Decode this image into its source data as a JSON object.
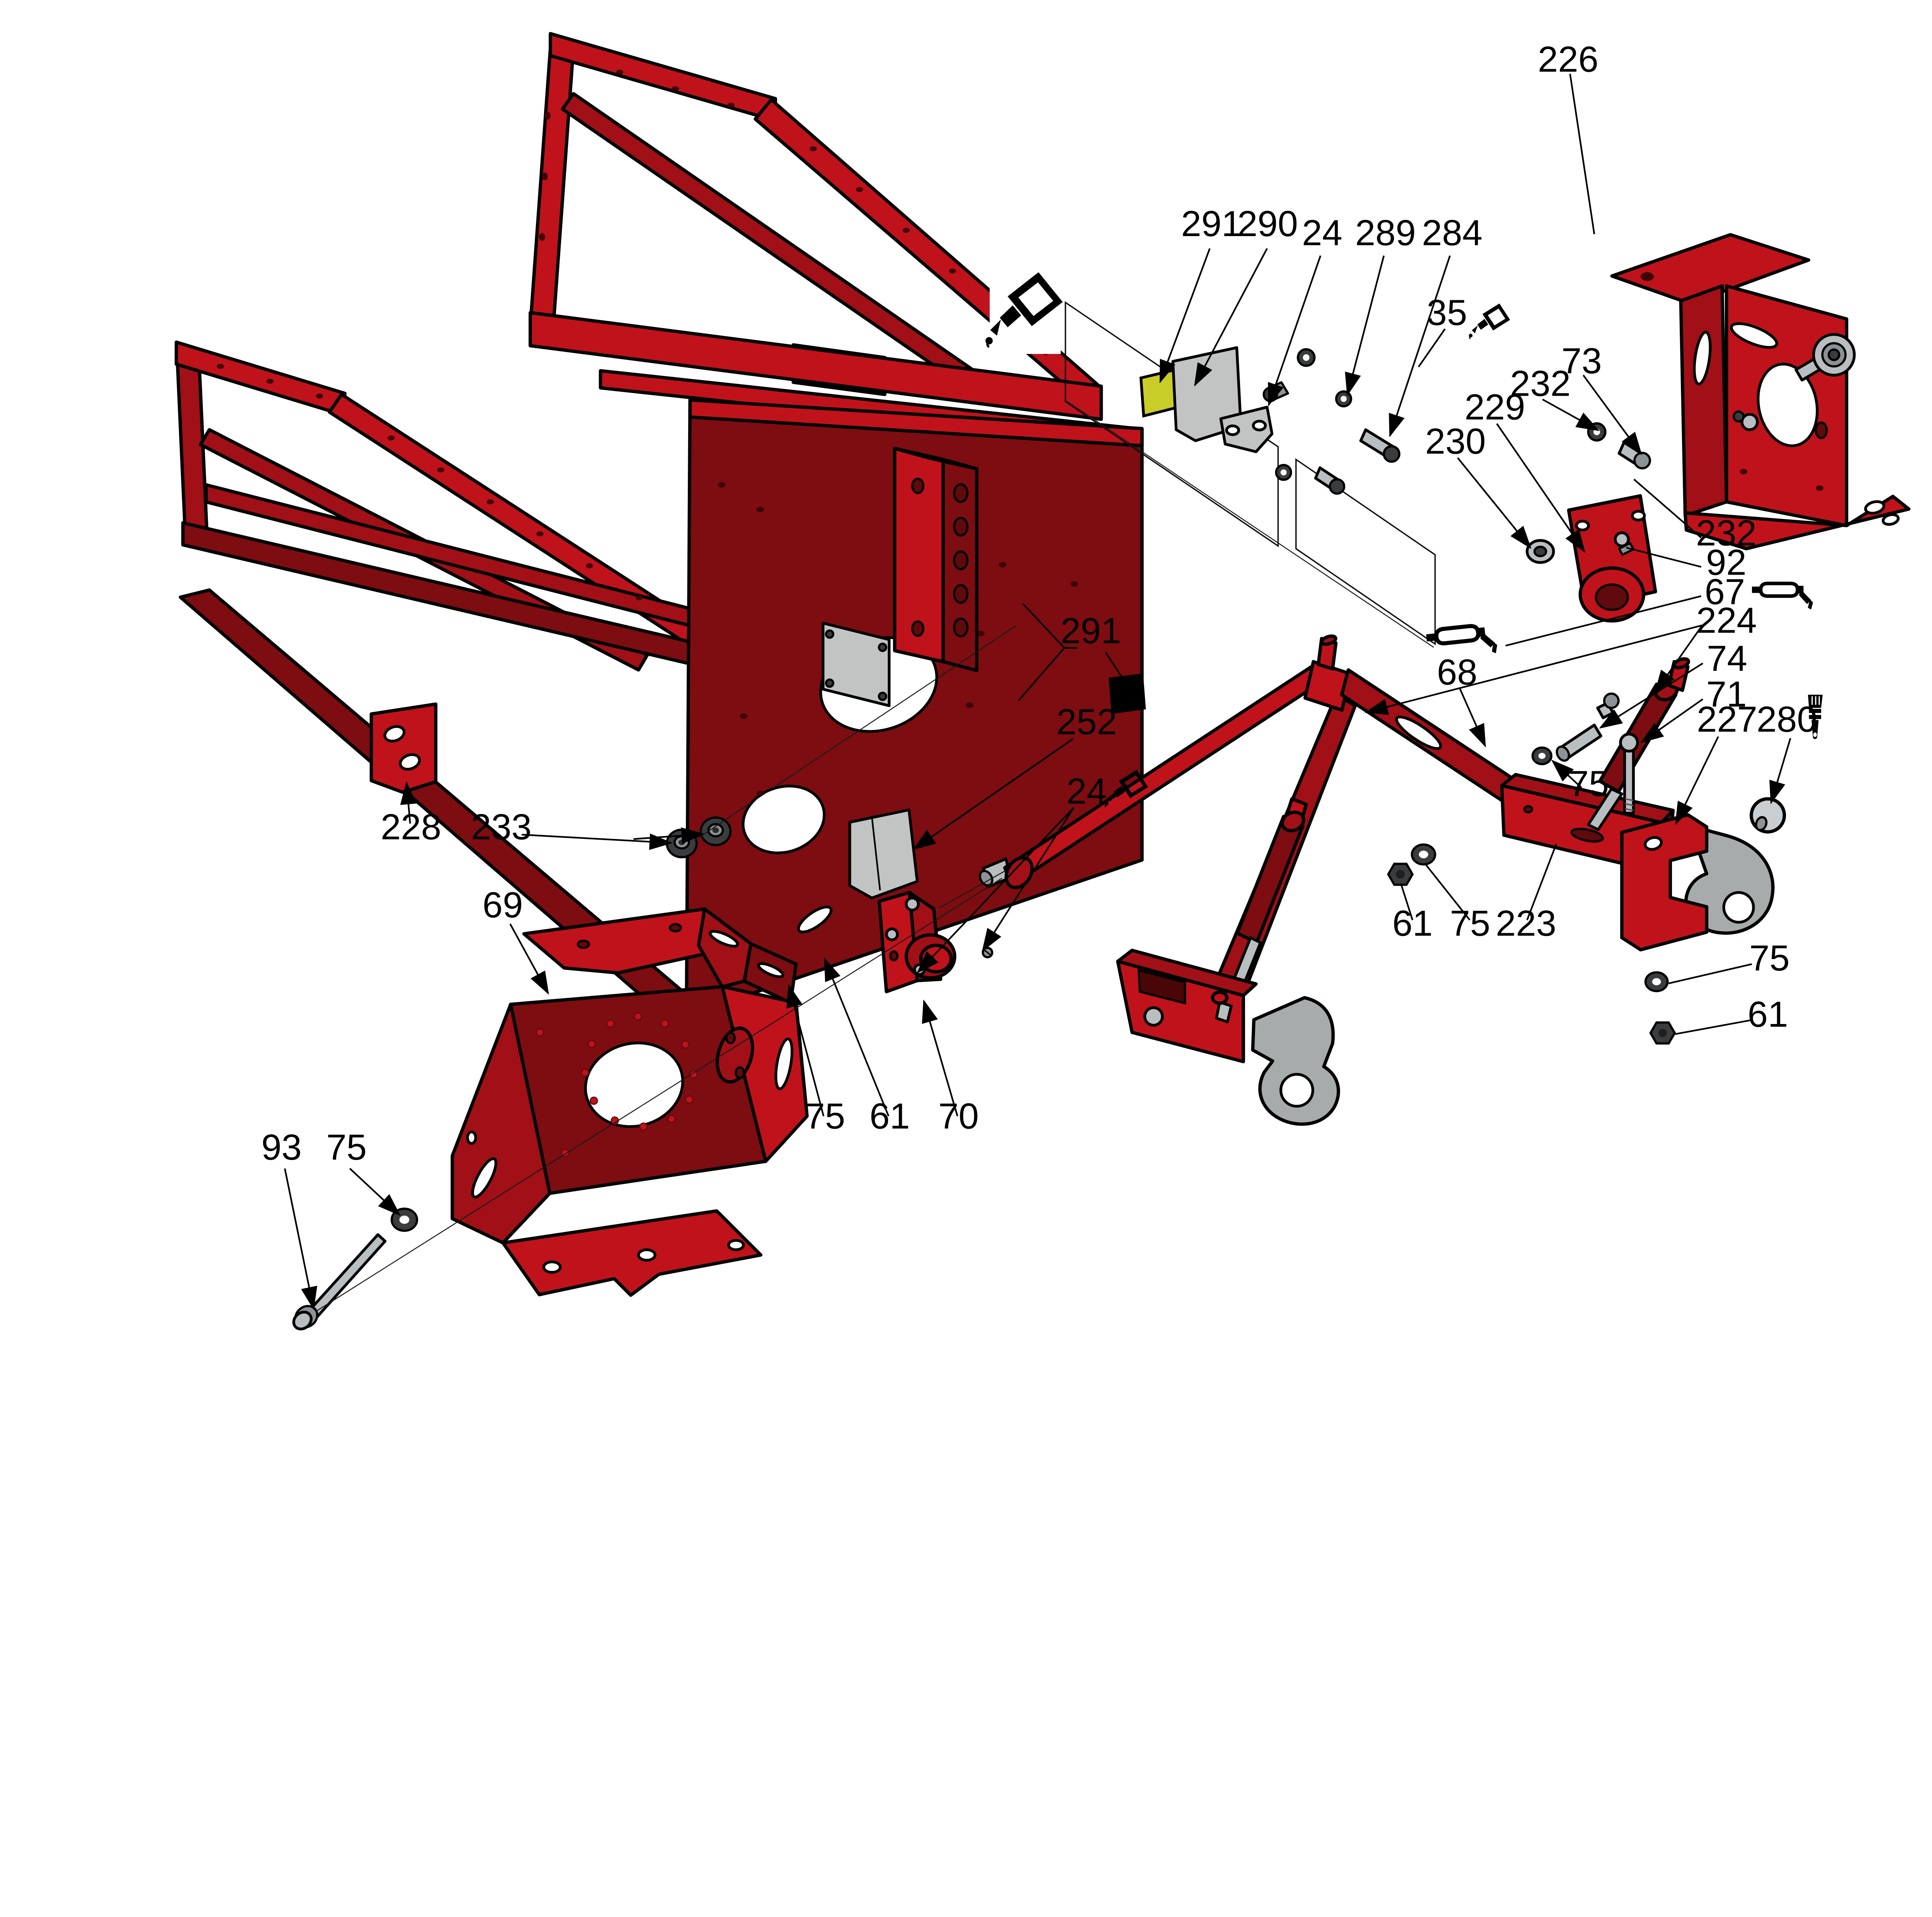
{
  "figure": {
    "kind": "exploded-parts-diagram",
    "background": "#ffffff"
  },
  "colors": {
    "part_red_bright": "#c0121b",
    "part_red_mid": "#a01016",
    "part_red_dark": "#7d0d11",
    "part_red_deep": "#5f0a0c",
    "steel": "#b9bec1",
    "steel_dark": "#8d9296",
    "hardware_dark": "#3a3c3e",
    "plate_gray": "#c2c4c4",
    "hook_gray": "#a8abab",
    "shim_yellow": "#c9cd27",
    "line_black": "#000000"
  },
  "icons": [
    {
      "id": "glue-bottle-large-icon"
    },
    {
      "id": "glue-bottle-35-icon"
    },
    {
      "id": "glue-bottle-24-icon"
    },
    {
      "id": "grease-tool-67-icon"
    },
    {
      "id": "grease-tool-cylinder-icon"
    },
    {
      "id": "paint-brush-280-icon"
    }
  ],
  "callouts": [
    {
      "id": "c226",
      "label": "226"
    },
    {
      "id": "c291a",
      "label": "291"
    },
    {
      "id": "c290",
      "label": "290"
    },
    {
      "id": "c24a",
      "label": "24"
    },
    {
      "id": "c289",
      "label": "289"
    },
    {
      "id": "c284",
      "label": "284"
    },
    {
      "id": "c35",
      "label": "35"
    },
    {
      "id": "c73",
      "label": "73"
    },
    {
      "id": "c232a",
      "label": "232"
    },
    {
      "id": "c229",
      "label": "229"
    },
    {
      "id": "c230",
      "label": "230"
    },
    {
      "id": "c232b",
      "label": "232"
    },
    {
      "id": "c92",
      "label": "92"
    },
    {
      "id": "c67",
      "label": "67"
    },
    {
      "id": "c224",
      "label": "224"
    },
    {
      "id": "c74",
      "label": "74"
    },
    {
      "id": "c71",
      "label": "71"
    },
    {
      "id": "c227",
      "label": "227"
    },
    {
      "id": "c280",
      "label": "280"
    },
    {
      "id": "c68",
      "label": "68"
    },
    {
      "id": "c75b",
      "label": "75"
    },
    {
      "id": "c61a",
      "label": "61"
    },
    {
      "id": "c75a",
      "label": "75"
    },
    {
      "id": "c223",
      "label": "223"
    },
    {
      "id": "c75c",
      "label": "75"
    },
    {
      "id": "c61b",
      "label": "61"
    },
    {
      "id": "c228",
      "label": "228"
    },
    {
      "id": "c233",
      "label": "233"
    },
    {
      "id": "c69",
      "label": "69"
    },
    {
      "id": "c93",
      "label": "93"
    },
    {
      "id": "c75d",
      "label": "75"
    },
    {
      "id": "c75e",
      "label": "75"
    },
    {
      "id": "c61c",
      "label": "61"
    },
    {
      "id": "c70",
      "label": "70"
    },
    {
      "id": "c291b",
      "label": "291"
    },
    {
      "id": "c252",
      "label": "252"
    },
    {
      "id": "c24b",
      "label": "24"
    }
  ]
}
